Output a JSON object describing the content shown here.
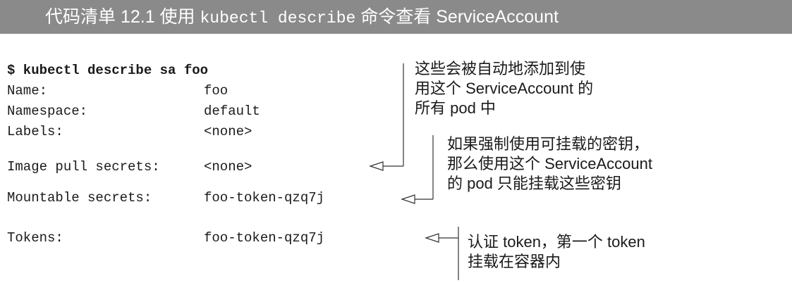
{
  "header": {
    "prefix": "代码清单 12.1  使用 ",
    "command": "kubectl describe",
    "suffix": " 命令查看 ServiceAccount"
  },
  "code": {
    "command": "$ kubectl describe sa foo",
    "rows": [
      {
        "key": "Name:",
        "value": "foo"
      },
      {
        "key": "Namespace:",
        "value": "default"
      },
      {
        "key": "Labels:",
        "value": "<none>"
      },
      {
        "key": "Image pull secrets:",
        "value": "<none>"
      },
      {
        "key": "Mountable secrets:",
        "value": "foo-token-qzq7j"
      },
      {
        "key": "Tokens:",
        "value": "foo-token-qzq7j"
      }
    ]
  },
  "annotations": {
    "auto_added": [
      "这些会被自动地添加到使",
      "用这个 ServiceAccount 的",
      "所有 pod 中"
    ],
    "mountable": [
      "如果强制使用可挂载的密钥，",
      "那么使用这个 ServiceAccount",
      "的 pod 只能挂载这些密钥"
    ],
    "tokens": [
      "认证 token，第一个 token",
      "挂载在容器内"
    ]
  }
}
